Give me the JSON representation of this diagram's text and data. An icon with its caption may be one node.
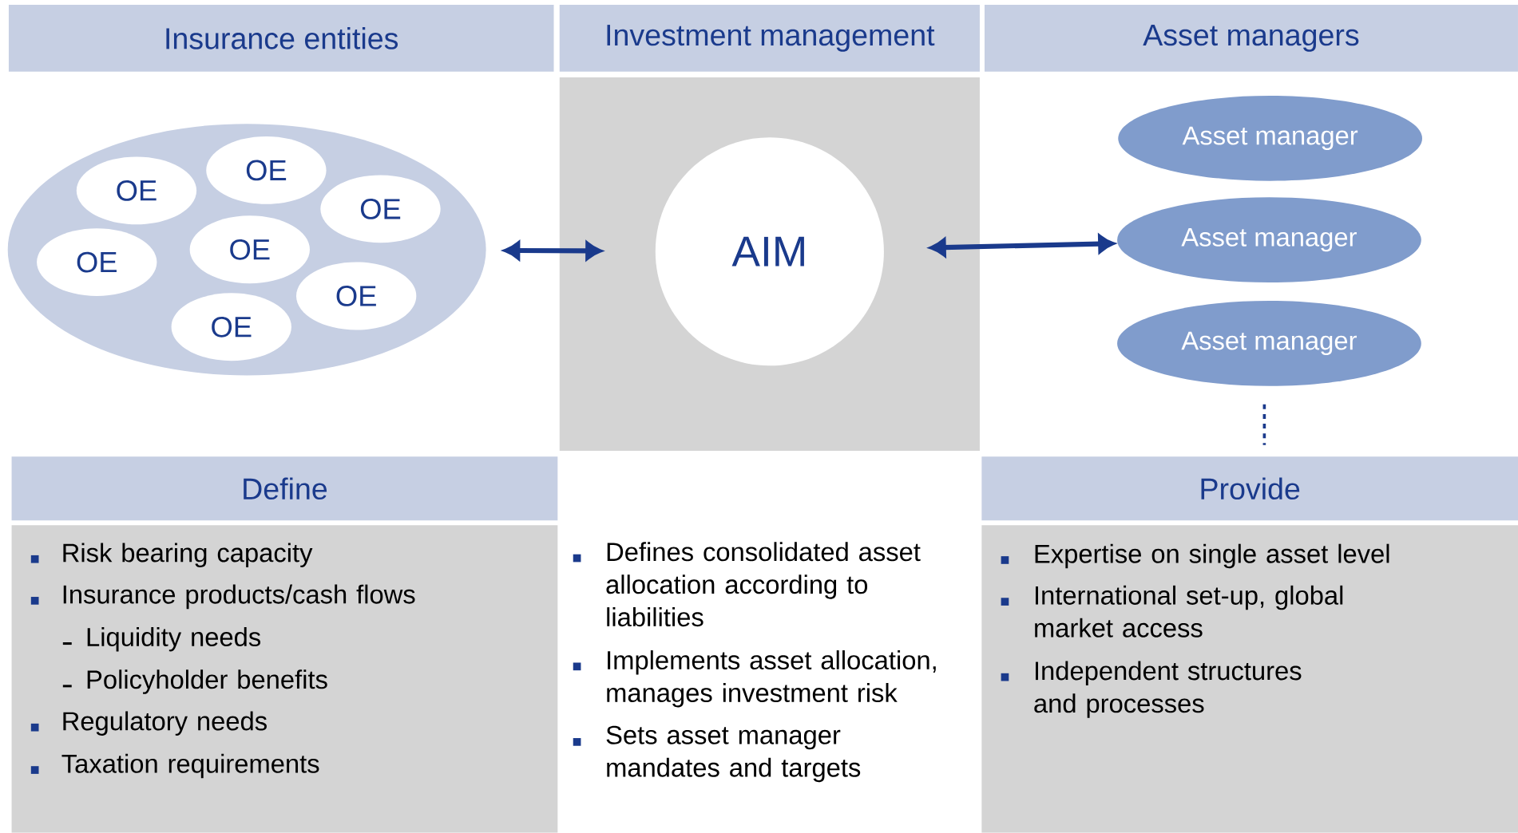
{
  "diagram": {
    "nodes": [
      {
        "text": [
          "Insurance entities"
        ]
      },
      {
        "text": [
          "Investment management"
        ]
      },
      {
        "text": [
          "Asset managers"
        ]
      },
      {
        "text": [],
        "shape": "ellipse"
      },
      {
        "text": [
          "OE"
        ],
        "in": 3
      },
      {
        "text": [
          "OE"
        ],
        "in": 3
      },
      {
        "text": [
          "OE"
        ],
        "in": 3
      },
      {
        "text": [
          "OE"
        ],
        "in": 3
      },
      {
        "text": [
          "OE"
        ],
        "in": 3
      },
      {
        "text": [
          "OE"
        ],
        "in": 3
      },
      {
        "text": [
          "OE"
        ],
        "in": 3
      },
      {
        "text": [],
        "shape": "box"
      },
      {
        "text": [
          "AIM"
        ],
        "in": 11
      },
      {
        "text": [
          "Asset manager"
        ]
      },
      {
        "text": [
          "Asset manager"
        ]
      },
      {
        "text": [
          "Asset manager"
        ]
      },
      {
        "text": [
          "Define"
        ]
      },
      {
        "text": [
          "Risk bearing capacity",
          "Insurance products/cash flows",
          "Liquidity needs",
          "Policyholder benefits",
          "Regulatory needs",
          "Taxation requirements"
        ]
      },
      {
        "text": [
          "Provide"
        ]
      },
      {
        "text": [
          "Expertise on single asset level",
          "International set-up, global market access",
          "Independent structures and processes"
        ]
      }
    ],
    "edges": [
      {
        "from": 3,
        "to": 12,
        "arrow": "both"
      },
      {
        "from": 12,
        "to": 14,
        "arrow": "both"
      }
    ],
    "labels": [
      "Defines consolidated asset allocation according to liabilities",
      "Implements asset allocation, manages investment risk",
      "Sets asset manager mandates and targets"
    ]
  }
}
